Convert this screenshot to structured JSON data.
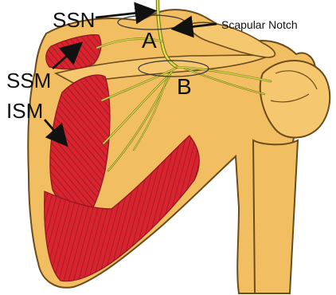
{
  "labels": {
    "ssn": "SSN",
    "scapular_notch": "Scapular Notch",
    "a": "A",
    "ssm": "SSM",
    "ism": "ISM",
    "b": "B"
  },
  "colors": {
    "bone": "#F2BE62",
    "bone_outline": "#6B4A1C",
    "muscle": "#D8242F",
    "muscle_stripe": "#8E1620",
    "nerve": "#D9DE4E",
    "nerve_outline": "#6E6A1A",
    "arrow": "#111111",
    "label": "#111111"
  },
  "icons": {
    "arrows": "arrow-icon"
  }
}
